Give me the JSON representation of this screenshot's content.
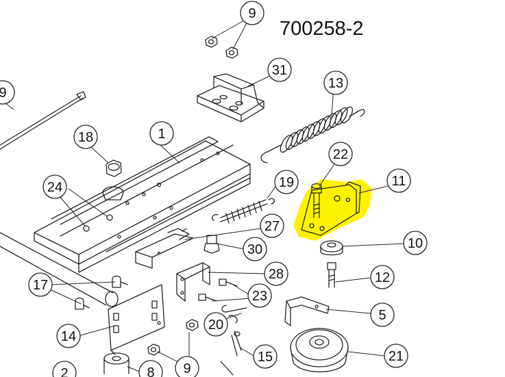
{
  "diagram": {
    "part_number": "700258-2",
    "highlight_color": "#fff200",
    "callouts": [
      {
        "label": "9"
      },
      {
        "label": "31"
      },
      {
        "label": "13"
      },
      {
        "label": "9"
      },
      {
        "label": "18"
      },
      {
        "label": "1"
      },
      {
        "label": "24"
      },
      {
        "label": "22"
      },
      {
        "label": "19"
      },
      {
        "label": "11"
      },
      {
        "label": "27"
      },
      {
        "label": "10"
      },
      {
        "label": "30"
      },
      {
        "label": "28"
      },
      {
        "label": "12"
      },
      {
        "label": "17"
      },
      {
        "label": "23"
      },
      {
        "label": "5"
      },
      {
        "label": "20"
      },
      {
        "label": "14"
      },
      {
        "label": "15"
      },
      {
        "label": "21"
      },
      {
        "label": "2"
      },
      {
        "label": "8"
      },
      {
        "label": "9"
      }
    ]
  }
}
